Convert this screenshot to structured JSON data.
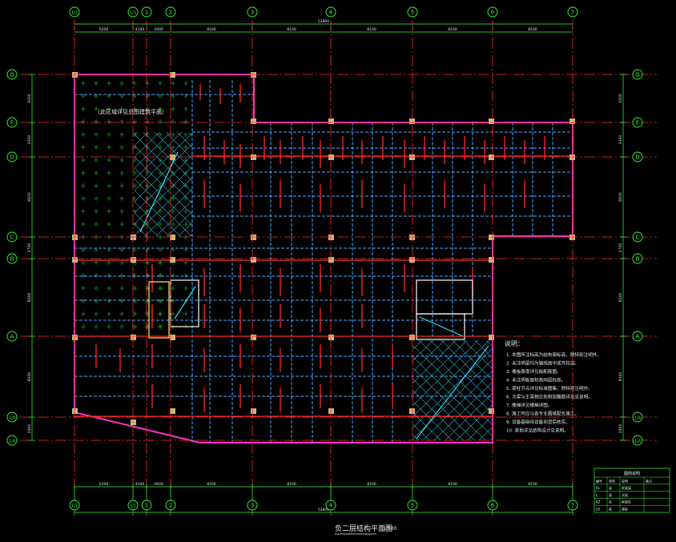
{
  "column_axes": [
    "1/1",
    "1/1",
    "1",
    "2",
    "3",
    "4",
    "5",
    "6",
    "7"
  ],
  "row_axes": [
    "G",
    "F",
    "D",
    "C",
    "B",
    "A",
    "1/A",
    "1/A"
  ],
  "top_dims": [
    "5200",
    "4100",
    "2600",
    "8100",
    "8100",
    "8100",
    "8100",
    "8100"
  ],
  "top_total": "52800",
  "bottom_dims": [
    "5200",
    "4100",
    "2600",
    "8100",
    "8100",
    "8100",
    "8100",
    "8100"
  ],
  "bottom_total": "52800",
  "left_dims": [
    "4200",
    "3300",
    "8100",
    "2700",
    "8100",
    "8100",
    "2400"
  ],
  "right_dims": [
    "4200",
    "3300",
    "8100",
    "2700",
    "8100",
    "8100",
    "2400"
  ],
  "drawing_title": "负二层结构平面图",
  "drawing_scale": "1:100",
  "hatch_note": "（此区域详见总图建筑平面）",
  "notes_heading": "说明：",
  "notes": [
    "1. 本图所注标高为结构面标高，除特别注明外。",
    "2. 未注明梁均为轴线居中或齐柱边。",
    "3. 楼板厚度详见板配筋图。",
    "4. 未注明板面标高同层标高。",
    "5. 梁柱节点详见标准图集，除特别注明外。",
    "6. 次梁与主梁相交处附加箍筋详见总说明。",
    "7. 楼梯详见楼梯详图。",
    "8. 施工时应与各专业图纸配合施工。",
    "9. 设备基础待设备到货后核实。",
    "10. 其他详见结构设计总说明。"
  ],
  "legend_title": "图例说明",
  "legend_rows": [
    [
      "编号",
      "类型",
      "说明",
      "备注"
    ],
    [
      "KL",
      "梁",
      "框架梁",
      ""
    ],
    [
      "L",
      "梁",
      "次梁",
      ""
    ],
    [
      "KZ",
      "柱",
      "框架柱",
      ""
    ],
    [
      "LB",
      "板",
      "楼板",
      ""
    ]
  ],
  "colors": {
    "background": "#000000",
    "axis": "#ff2a2a",
    "dim": "#33ff33",
    "bubble": "#33ff33",
    "beam": "#4aa8ff",
    "wall": "#ff33cc",
    "column": "#c8b87a",
    "hatch": "#33ddff",
    "text": "#e8e8e8"
  }
}
